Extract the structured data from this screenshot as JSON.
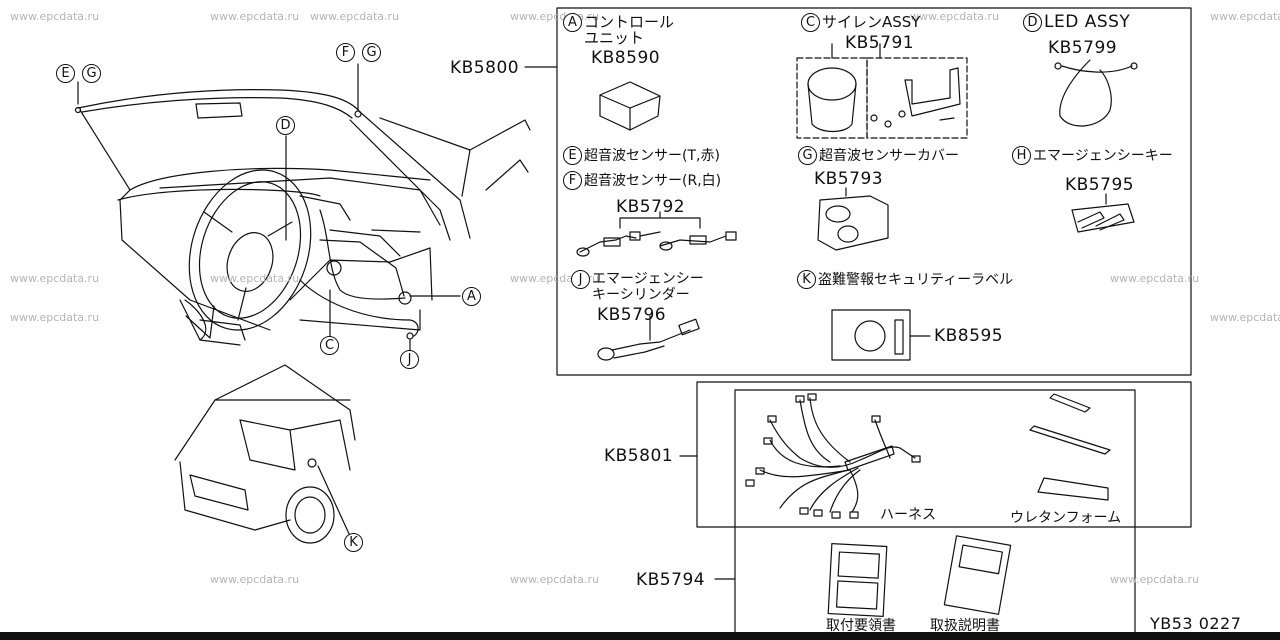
{
  "watermark": "www.epcdata.ru",
  "footer_code": "YB53  0227",
  "callouts_left": {
    "e_g": [
      "E",
      "G"
    ],
    "f_g": [
      "F",
      "G"
    ],
    "d": "D",
    "a": "A",
    "c": "C",
    "j": "J",
    "k": "K"
  },
  "kits": {
    "kb5800": "KB5800",
    "kb5801": "KB5801",
    "kb5794": "KB5794"
  },
  "parts": {
    "a": {
      "letter": "A",
      "name_line1": "コントロール",
      "name_line2": "ユニット",
      "code": "KB8590"
    },
    "c": {
      "letter": "C",
      "name": "サイレンASSY",
      "code": "KB5791"
    },
    "d": {
      "letter": "D",
      "name": "LED ASSY",
      "code": "KB5799"
    },
    "e": {
      "letter": "E",
      "name": "超音波センサー(T,赤)"
    },
    "f": {
      "letter": "F",
      "name": "超音波センサー(R,白)",
      "code": "KB5792"
    },
    "g": {
      "letter": "G",
      "name": "超音波センサーカバー",
      "code": "KB5793"
    },
    "h": {
      "letter": "H",
      "name": "エマージェンシーキー",
      "code": "KB5795"
    },
    "j": {
      "letter": "J",
      "name_line1": "エマージェンシー",
      "name_line2": "キーシリンダー",
      "code": "KB5796"
    },
    "k": {
      "letter": "K",
      "name": "盗難警報セキュリティーラベル",
      "code": "KB8595"
    }
  },
  "harness": {
    "harness_label": "ハーネス",
    "foam_label": "ウレタンフォーム"
  },
  "manuals": {
    "install_label": "取付要領書",
    "manual_label": "取扱説明書"
  }
}
